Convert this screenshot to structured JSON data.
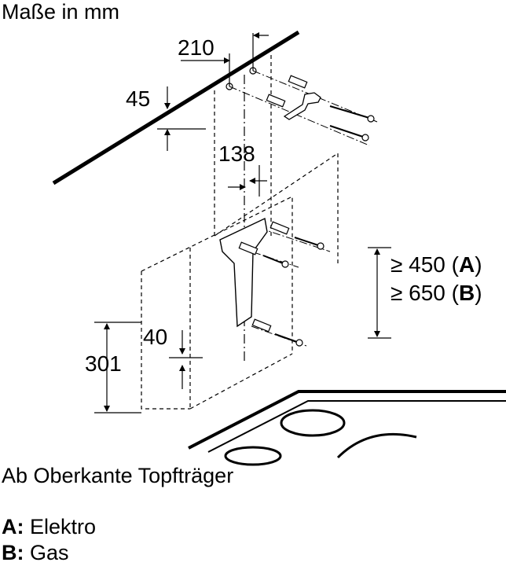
{
  "title": "Maße in mm",
  "dimensions": {
    "width_top": "210",
    "offset_top": "45",
    "bracket_width": "138",
    "bottom_offset": "40",
    "height_bottom": "301"
  },
  "clearance": [
    {
      "prefix": "≥ 450 (",
      "key": "A",
      "suffix": ")"
    },
    {
      "prefix": "≥ 650 (",
      "key": "B",
      "suffix": ")"
    }
  ],
  "note": "Ab Oberkante Topfträger",
  "legend": [
    {
      "key": "A:",
      "text": " Elektro"
    },
    {
      "key": "B:",
      "text": " Gas"
    }
  ]
}
